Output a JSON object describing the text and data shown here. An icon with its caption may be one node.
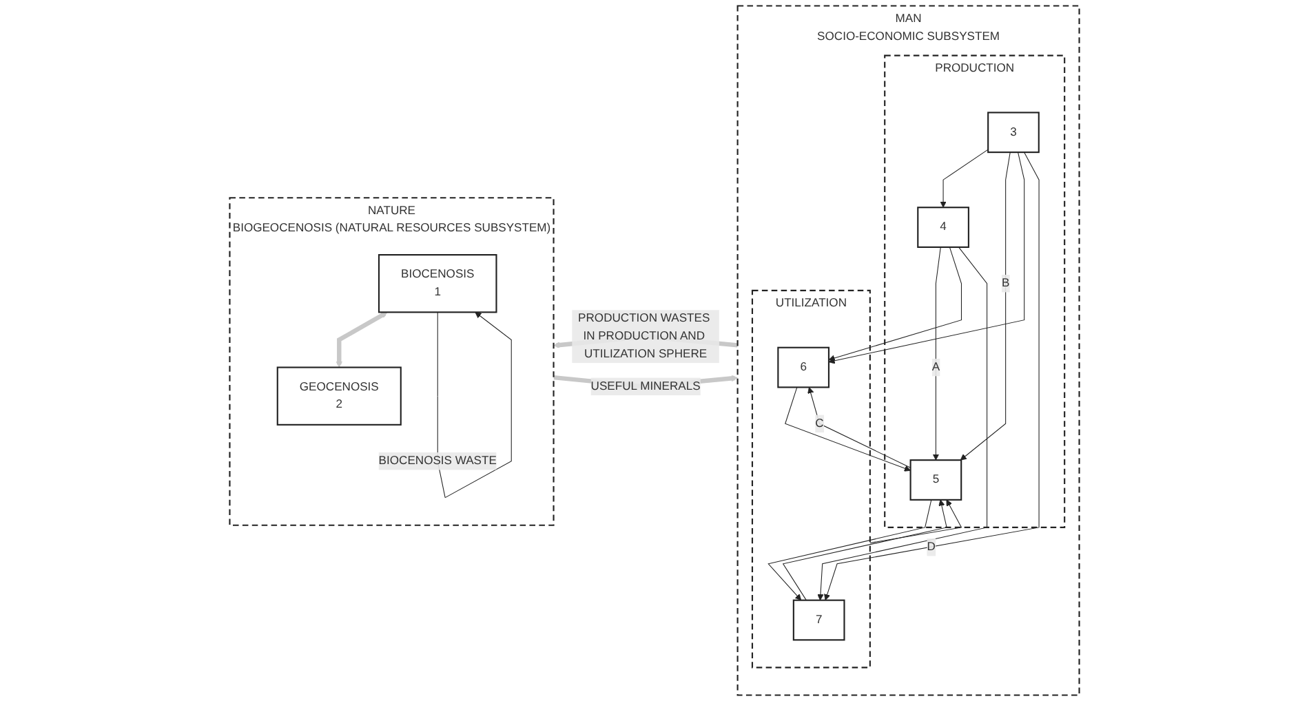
{
  "diagram": {
    "nodes": [
      {
        "text": [
          "NATURE",
          "BIOGEOCENOSIS (NATURAL RESOURCES SUBSYSTEM)"
        ]
      },
      {
        "text": [
          "BIOCENOSIS",
          "1"
        ],
        "in": 0
      },
      {
        "text": [
          "GEOCENOSIS",
          "2"
        ],
        "in": 0
      },
      {
        "text": [
          "MAN",
          "SOCIO-ECONOMIC SUBSYSTEM"
        ]
      },
      {
        "text": [
          "PRODUCTION"
        ],
        "in": 3
      },
      {
        "text": [
          "UTILIZATION"
        ],
        "in": 3
      },
      {
        "text": [
          "3"
        ],
        "in": 4
      },
      {
        "text": [
          "4"
        ],
        "in": 4
      },
      {
        "text": [
          "5"
        ],
        "in": 4
      },
      {
        "text": [
          "6"
        ],
        "in": 5
      },
      {
        "text": [
          "7"
        ],
        "in": 5
      }
    ],
    "edges": [
      {
        "from": 1,
        "to": 2,
        "arrow": "both",
        "style": "thick",
        "color": "#c8c8c8"
      },
      {
        "from": 1,
        "to": 1,
        "arrow": "to",
        "label": "BIOCENOSIS WASTE"
      },
      {
        "from": 0,
        "to": 3,
        "arrow": "to",
        "label": "USEFUL MINERALS",
        "style": "thick",
        "color": "#c8c8c8"
      },
      {
        "from": 3,
        "to": 0,
        "arrow": "to",
        "label": "PRODUCTION WASTES IN PRODUCTION AND UTILIZATION SPHERE",
        "style": "thick",
        "color": "#c8c8c8"
      },
      {
        "from": 6,
        "to": 7,
        "arrow": "to"
      },
      {
        "from": 6,
        "to": 8,
        "arrow": "to",
        "label": "B"
      },
      {
        "from": 7,
        "to": 8,
        "arrow": "to",
        "label": "A"
      },
      {
        "from": 6,
        "to": 9,
        "arrow": "to"
      },
      {
        "from": 6,
        "to": 10,
        "arrow": "to"
      },
      {
        "from": 7,
        "to": 9,
        "arrow": "to"
      },
      {
        "from": 7,
        "to": 10,
        "arrow": "to"
      },
      {
        "from": 8,
        "to": 9,
        "arrow": "to",
        "label": "C"
      },
      {
        "from": 8,
        "to": 10,
        "arrow": "to"
      },
      {
        "from": 9,
        "to": 8,
        "arrow": "to"
      },
      {
        "from": 10,
        "to": 8,
        "arrow": "to"
      },
      {
        "from": 5,
        "to": 8,
        "arrow": "to",
        "label": "D"
      }
    ]
  }
}
